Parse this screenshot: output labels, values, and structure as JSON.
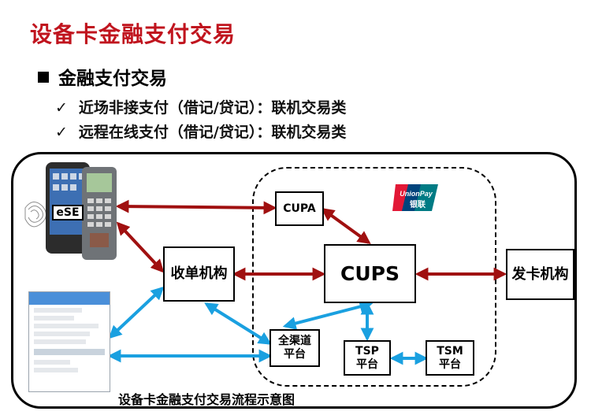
{
  "slide": {
    "title": "设备卡金融支付交易",
    "bullet": "金融支付交易",
    "sub_items": [
      "近场非接支付（借记/贷记）：联机交易类",
      "远程在线支付（借记/贷记）：联机交易类"
    ]
  },
  "diagram": {
    "nodes": {
      "ese": "eSE",
      "cupa": "CUPA",
      "acquirer": "收单机构",
      "cups": "CUPS",
      "issuer": "发卡机构",
      "all_channel": [
        "全渠道",
        "平台"
      ],
      "tsp": [
        "TSP",
        "平台"
      ],
      "tsm": [
        "TSM",
        "平台"
      ]
    },
    "logo_text": [
      "UnionPay",
      "银联"
    ],
    "caption": "设备卡金融支付交易流程示意图"
  },
  "colors": {
    "title": "#c0141e",
    "dark_red_arrow": "#a01010",
    "blue_arrow": "#1aa0e0",
    "unionpay_red": "#e21836",
    "unionpay_blue": "#00447c",
    "unionpay_teal": "#007b84"
  }
}
